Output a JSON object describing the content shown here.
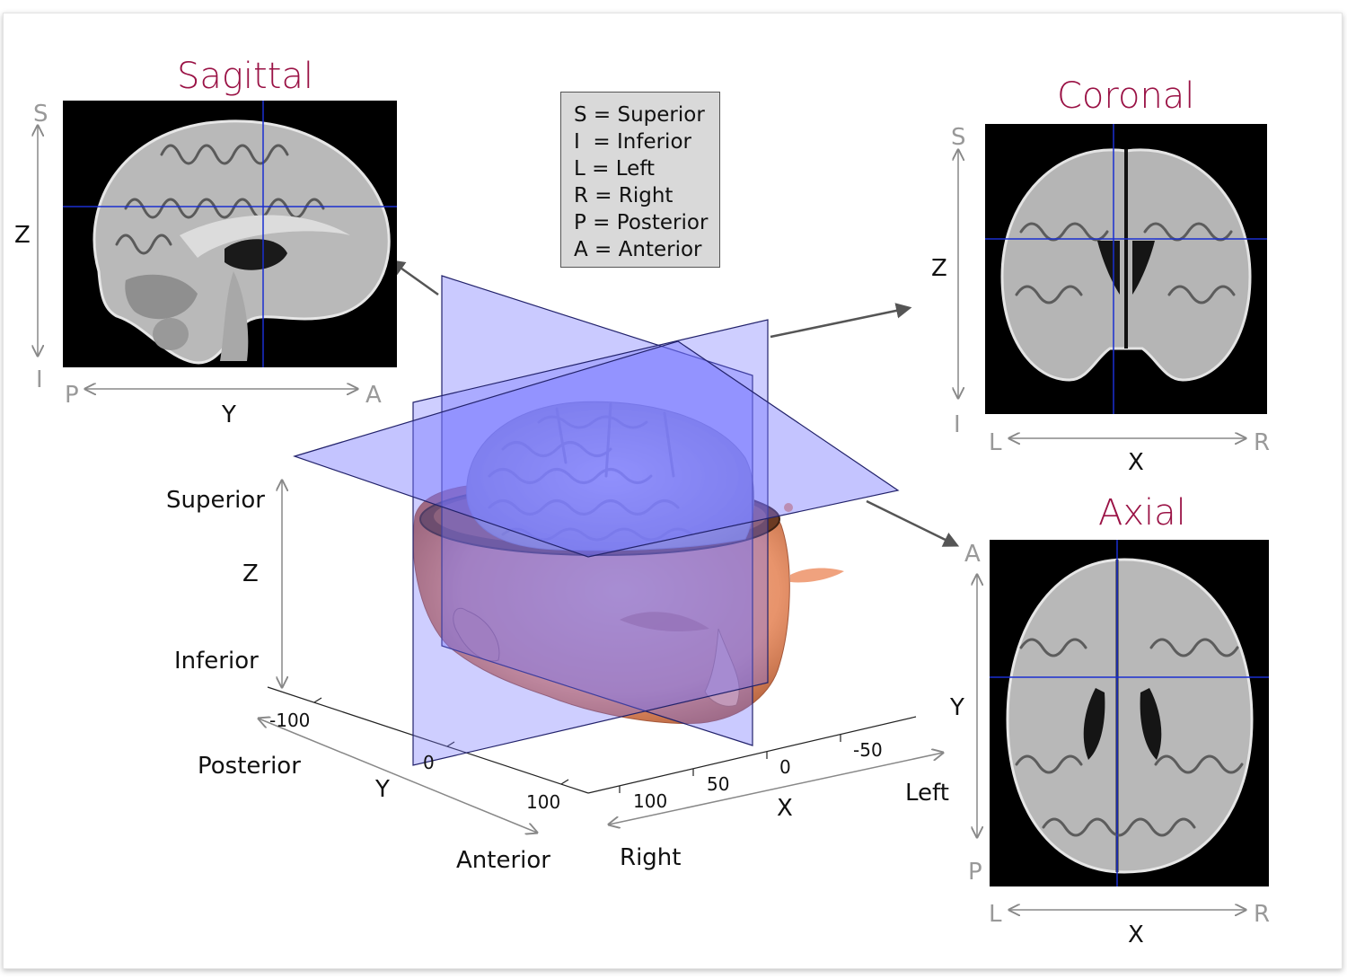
{
  "titles": {
    "sagittal": "Sagittal",
    "coronal": "Coronal",
    "axial": "Axial"
  },
  "legend": [
    "S = Superior",
    "I  = Inferior",
    "L = Left",
    "R = Right",
    "P = Posterior",
    "A = Anterior"
  ],
  "sagittal_axes": {
    "top": "S",
    "bottom": "I",
    "left": "P",
    "right": "A",
    "vertical": "Z",
    "horizontal": "Y"
  },
  "coronal_axes": {
    "top": "S",
    "bottom": "I",
    "left": "L",
    "right": "R",
    "vertical": "Z",
    "horizontal": "X"
  },
  "axial_axes": {
    "top": "A",
    "bottom": "P",
    "left": "L",
    "right": "R",
    "vertical": "Y",
    "horizontal": "X"
  },
  "center_axes": {
    "superior": "Superior",
    "inferior": "Inferior",
    "z": "Z",
    "posterior": "Posterior",
    "anterior": "Anterior",
    "y": "Y",
    "left": "Left",
    "right": "Right",
    "x": "X",
    "y_ticks": [
      "-100",
      "0",
      "100"
    ],
    "x_ticks": [
      "100",
      "50",
      "0",
      "-50"
    ]
  },
  "colors": {
    "title": "#9a1245",
    "plane": "#8080ff",
    "crosshair": "#1a2fd0",
    "skin": "#f0a27e"
  }
}
